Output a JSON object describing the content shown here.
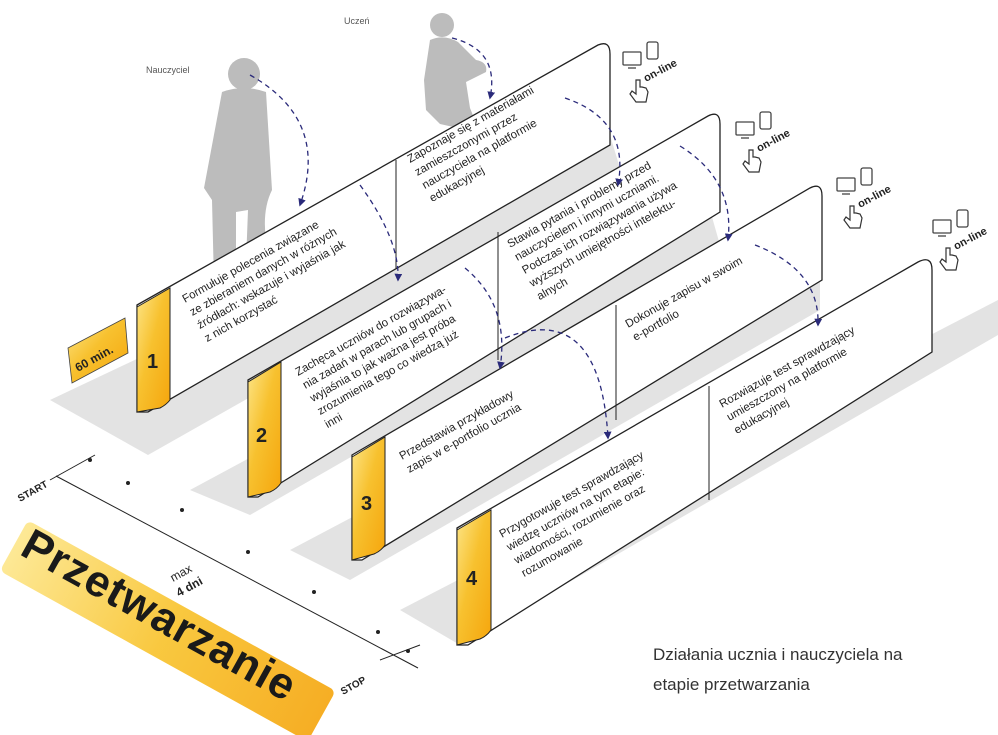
{
  "labels": {
    "teacher": "Nauczyciel",
    "student": "Uczeń"
  },
  "online_label": "on-line",
  "duration": "60 min.",
  "timeline": {
    "start": "START",
    "stop": "STOP",
    "max": "max",
    "days": "4 dni"
  },
  "title": "Przetwarzanie",
  "caption": {
    "line1": "Działania ucznia i nauczyciela na",
    "line2": "etapie przetwarzania"
  },
  "steps": [
    {
      "number": "1",
      "teacher": [
        "Formułuje polecenia związane",
        "ze zbieraniem danych w różnych",
        "źródłach: wskazuje i wyjaśnia jak",
        "z nich korzystać"
      ],
      "student": [
        "Zapoznaje się z materiałami",
        "zamieszczonymi przez",
        "nauczyciela na platformie",
        "edukacyjnej"
      ]
    },
    {
      "number": "2",
      "teacher": [
        "Zachęca uczniów do rozwiązywa-",
        "nia zadań w parach lub grupach i",
        "wyjaśnia to jak ważna jest próba",
        "zrozumienia tego co wiedzą już",
        "inni"
      ],
      "student": [
        "Stawia pytania i problemy przed",
        "nauczycielem i innymi uczniami.",
        "Podczas ich rozwiązywania używa",
        "wyższych umiejętności intelektu-",
        "alnych"
      ]
    },
    {
      "number": "3",
      "teacher": [
        "Przedstawia przykładowy",
        "zapis w e-portfolio ucznia"
      ],
      "student": [
        "Dokonuje zapisu w swoim",
        "e-portfolio"
      ]
    },
    {
      "number": "4",
      "teacher": [
        "Przygotowuje test sprawdzający",
        "wiedzę uczniów na tym etapie:",
        "wiadomości, rozumienie oraz",
        "rozumowanie"
      ],
      "student": [
        "Rozwiązuje test sprawdzający",
        "umieszczony na platformie",
        "edukacyjnej"
      ]
    }
  ],
  "colors": {
    "accent": "#f5b41a",
    "accent_light": "#fde68a",
    "shadow": "#e0e0e0",
    "figure": "#bcbcbc",
    "arrow": "#2a2a7a"
  }
}
